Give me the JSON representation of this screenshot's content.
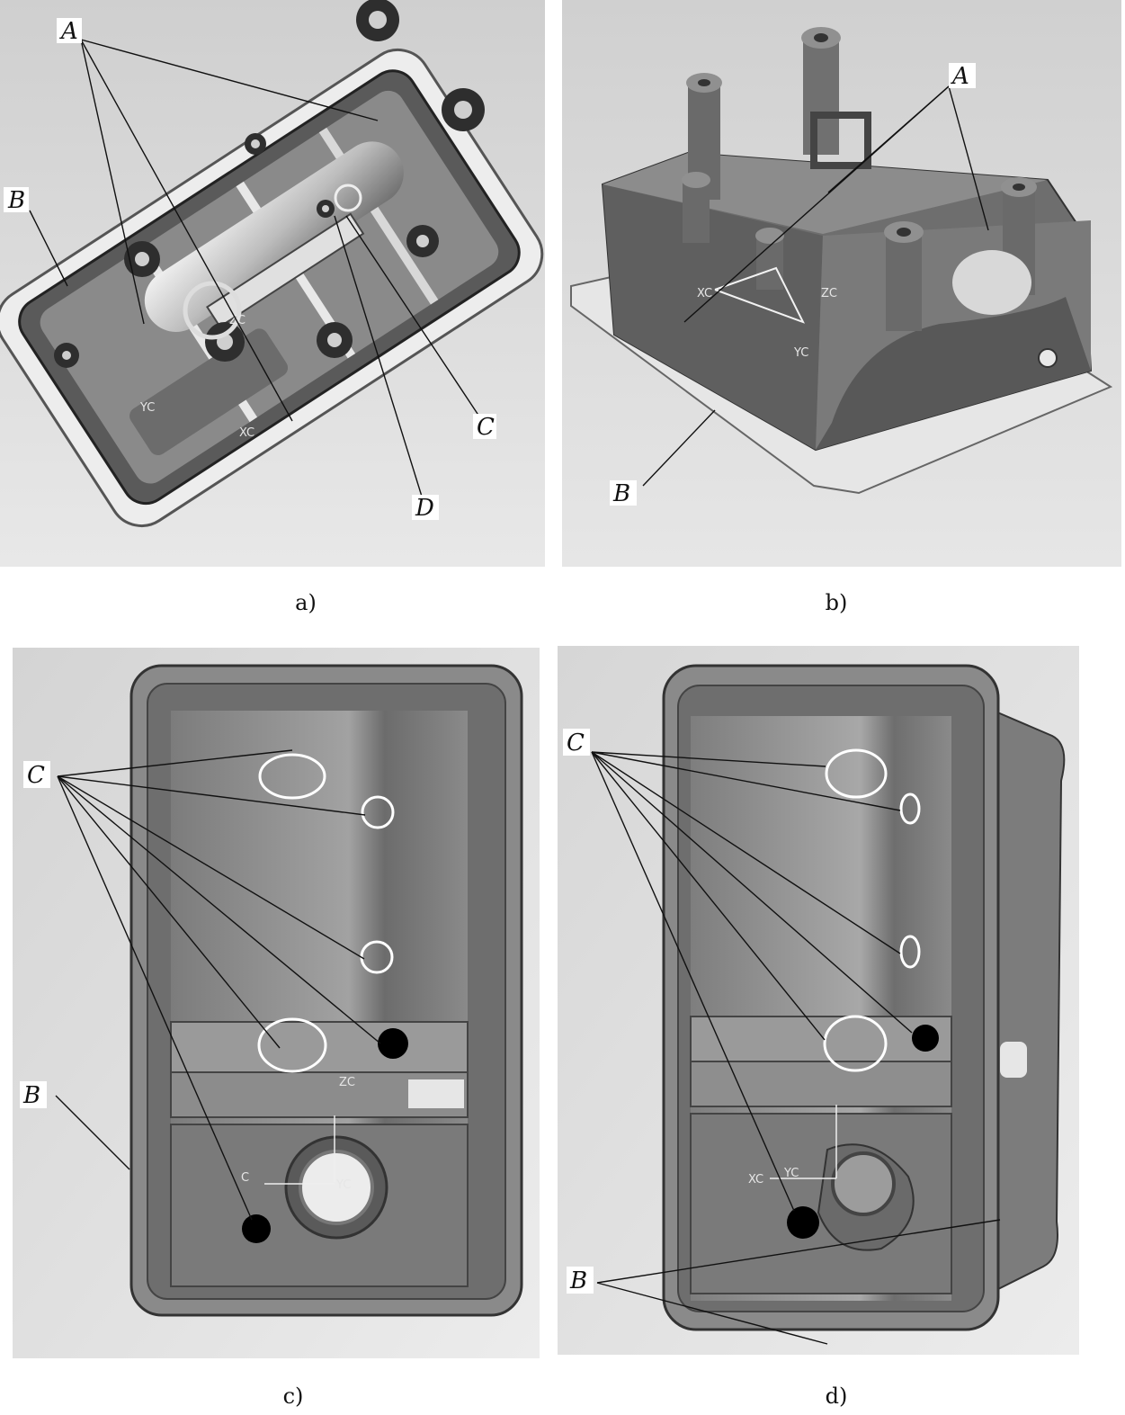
{
  "panels": [
    {
      "caption": "a)",
      "letters": {
        "A": "A",
        "B": "B",
        "C": "C",
        "D": "D"
      },
      "cad_axes": {
        "z": "ZC",
        "y": "YC",
        "x": "XC"
      }
    },
    {
      "caption": "b)",
      "letters": {
        "A": "A",
        "B": "B"
      },
      "cad_axes": {
        "x": "XC",
        "z": "ZC",
        "y": "YC"
      }
    },
    {
      "caption": "c)",
      "letters": {
        "C": "C",
        "B": "B"
      },
      "cad_axes": {
        "z": "ZC",
        "y": "YC",
        "x": "C"
      }
    },
    {
      "caption": "d)",
      "letters": {
        "C": "C",
        "B": "B"
      },
      "cad_axes": {
        "x": "XC",
        "y": "YC"
      }
    }
  ],
  "colors": {
    "background_light": "#e4e4e4",
    "part_gray": "#7a7a7a",
    "part_dark": "#3a3a3a",
    "highlight_white": "#ffffff",
    "marker_black": "#000000"
  }
}
